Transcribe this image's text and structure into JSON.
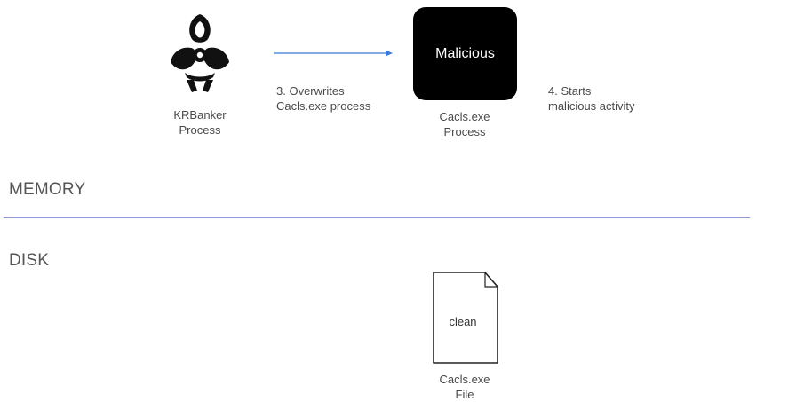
{
  "nodes": {
    "krbanker": {
      "label_line1": "KRBanker",
      "label_line2": "Process",
      "icon": "biohazard-icon"
    },
    "malicious_process": {
      "box_text": "Malicious",
      "label_line1": "Cacls.exe",
      "label_line2": "Process"
    },
    "clean_file": {
      "doc_text": "clean",
      "label_line1": "Cacls.exe",
      "label_line2": "File",
      "icon": "file-icon"
    }
  },
  "steps": {
    "step3": {
      "line1": "3. Overwrites",
      "line2": "Cacls.exe process"
    },
    "step4": {
      "line1": "4. Starts",
      "line2": "malicious activity"
    }
  },
  "sections": {
    "memory": "MEMORY",
    "disk": "DISK"
  },
  "colors": {
    "arrow": "#3b78d8",
    "divider": "#8a9ad0",
    "malicious_box": "#000000"
  }
}
